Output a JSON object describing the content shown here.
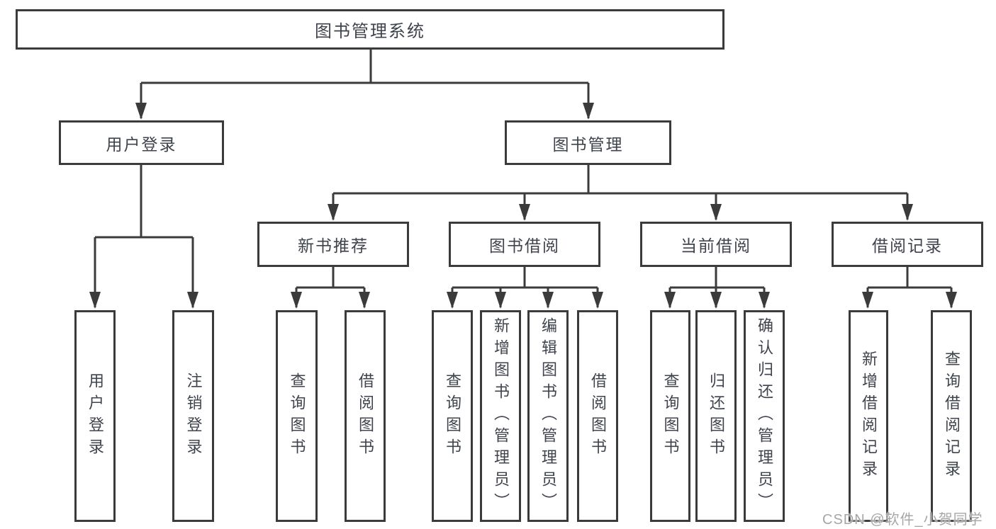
{
  "diagram": {
    "root": {
      "label": "图书管理系统"
    },
    "branches": [
      {
        "label": "用户登录",
        "children": [
          {
            "label": "用户登录"
          },
          {
            "label": "注销登录"
          }
        ]
      },
      {
        "label": "图书管理",
        "groups": [
          {
            "label": "新书推荐",
            "children": [
              {
                "label": "查询图书"
              },
              {
                "label": "借阅图书"
              }
            ]
          },
          {
            "label": "图书借阅",
            "children": [
              {
                "label": "查询图书"
              },
              {
                "label": "新增图书（管理员）"
              },
              {
                "label": "编辑图书（管理员）"
              },
              {
                "label": "借阅图书"
              }
            ]
          },
          {
            "label": "当前借阅",
            "children": [
              {
                "label": "查询图书"
              },
              {
                "label": "归还图书"
              },
              {
                "label": "确认归还（管理员）"
              }
            ]
          },
          {
            "label": "借阅记录",
            "children": [
              {
                "label": "新增借阅记录"
              },
              {
                "label": "查询借阅记录"
              }
            ]
          }
        ]
      }
    ]
  },
  "watermark": "CSDN @软件_小贺同学",
  "colors": {
    "line": "#3b3b3b",
    "text": "#3f434c",
    "watermark": "#a6a6a6",
    "background": "#ffffff"
  }
}
